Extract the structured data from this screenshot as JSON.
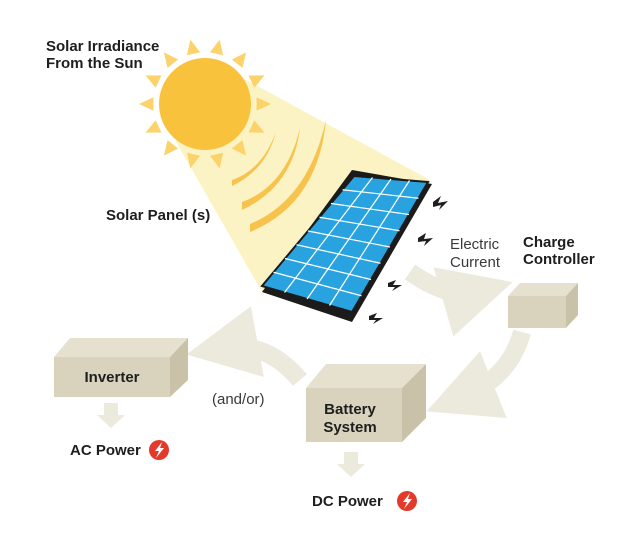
{
  "labels": {
    "sun_line1": "Solar Irradiance",
    "sun_line2": "From the Sun",
    "solar_panel": "Solar Panel (s)",
    "electric_line1": "Electric",
    "electric_line2": "Current",
    "charge_line1": "Charge",
    "charge_line2": "Controller",
    "inverter": "Inverter",
    "and_or": "(and/or)",
    "battery_line1": "Battery",
    "battery_line2": "System",
    "ac_power": "AC Power",
    "dc_power": "DC Power"
  },
  "colors": {
    "sun": "#f9c23c",
    "sun_rays": "#fbd36a",
    "irradiance_beam": "#fbf3c4",
    "waves": "#f7c34c",
    "panel_cells": "#29a3e0",
    "panel_frame": "#1b1b1b",
    "box_front": "#d9d3bd",
    "box_top": "#e6e1cf",
    "box_side": "#c9c2a9",
    "flow_arrow": "#ece9dd",
    "power_icon": "#e23b2c"
  },
  "icons": {
    "power": "lightning-bolt-icon",
    "spark": "electric-spark-icon"
  }
}
